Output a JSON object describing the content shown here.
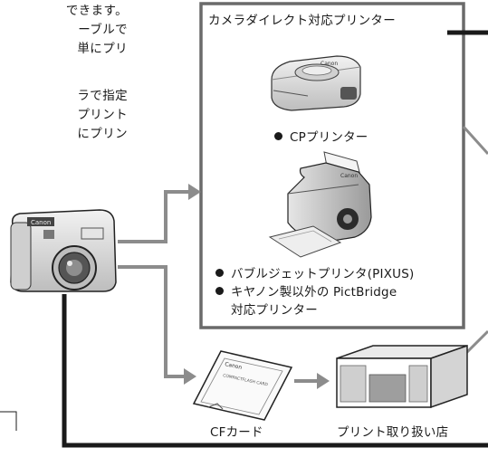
{
  "intro_lines": [
    "できます。",
    "ーブルで",
    "単にプリ",
    "",
    "ラで指定",
    "プリント",
    "にプリン"
  ],
  "printer_panel": {
    "title": "カメラダイレクト対応プリンター",
    "cp_label": "CPプリンター",
    "bubblejet_label": "バブルジェットプリンタ(PIXUS)",
    "other_label_line1": "キヤノン製以外の PictBridge",
    "other_label_line2": "対応プリンター",
    "cp_logo": "Canon",
    "bj_logo": "Canon"
  },
  "camera": {
    "brand": "Canon"
  },
  "cf_card": {
    "label": "CFカード",
    "brand": "Canon",
    "card_text": "COMPACTFLASH CARD"
  },
  "store": {
    "label": "プリント取り扱い店"
  },
  "colors": {
    "line": "#1a1a1a",
    "panel_border": "#6a6a6a",
    "arrow": "#8c8c8c",
    "body": "#d9d9d9"
  }
}
